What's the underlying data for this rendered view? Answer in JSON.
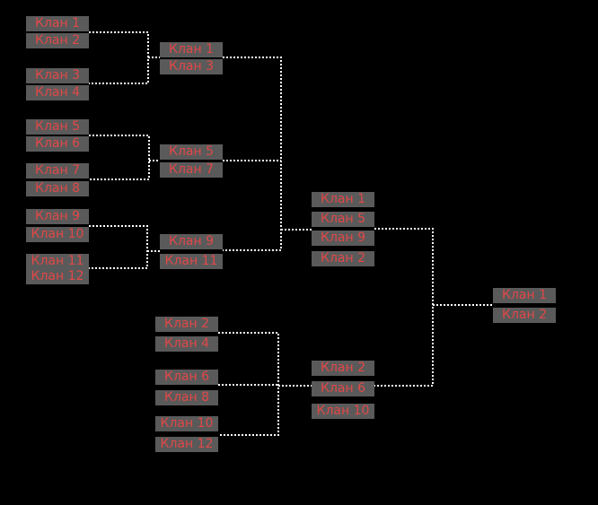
{
  "bracket": {
    "round1": [
      "Клан 1",
      "Клан 2",
      "Клан 3",
      "Клан 4",
      "Клан 5",
      "Клан 6",
      "Клан 7",
      "Клан 8",
      "Клан 9",
      "Клан 10",
      "Клан 11",
      "Клан 12"
    ],
    "round2": [
      "Клан 1",
      "Клан 3",
      "Клан 5",
      "Клан 7",
      "Клан 9",
      "Клан 11"
    ],
    "lower_round": [
      "Клан 2",
      "Клан 4",
      "Клан 6",
      "Клан 8",
      "Клан 10",
      "Клан 12"
    ],
    "semifinal_upper": [
      "Клан 1",
      "Клан 5",
      "Клан 9",
      "Клан 2"
    ],
    "semifinal_lower": [
      "Клан 2",
      "Клан 6",
      "Клан 10"
    ],
    "final": [
      "Клан 1",
      "Клан 2"
    ]
  },
  "colors": {
    "background": "#000000",
    "box": "#5a5a5a",
    "text": "#e04848",
    "connector": "#ffffff"
  }
}
